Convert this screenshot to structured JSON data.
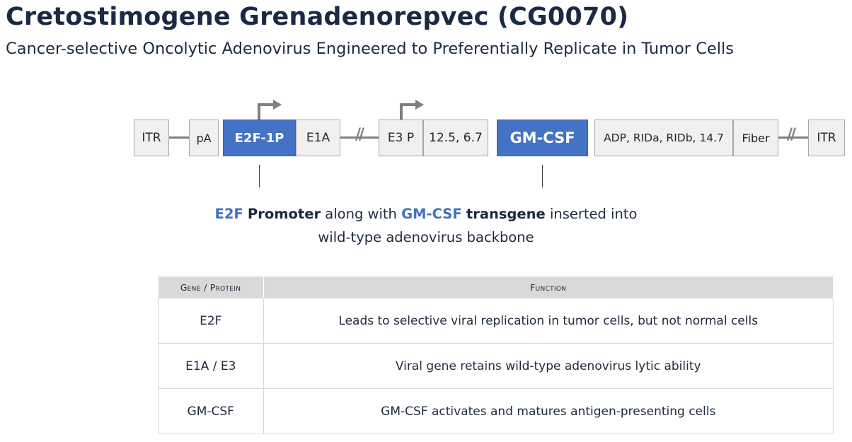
{
  "header": {
    "title": "Cretostimogene Grenadenorepvec (CG0070)",
    "subtitle": "Cancer-selective Oncolytic Adenovirus Engineered to Preferentially Replicate in Tumor Cells"
  },
  "gene_map": {
    "elements": {
      "itr_left": "ITR",
      "pa": "pA",
      "e2f_1p": "E2F-1P",
      "e1a": "E1A",
      "e3p": "E3 P",
      "e3_genes": "12.5, 6.7",
      "gm_csf": "GM-CSF",
      "adp": "ADP, RIDa, RIDb, 14.7",
      "fiber": "Fiber",
      "itr_right": "ITR"
    },
    "break_symbol": "//"
  },
  "caption": {
    "e2f": "E2F",
    "promoter": "Promoter",
    "along_with": " along with ",
    "gm_csf": "GM-CSF",
    "transgene": "transgene",
    "inserted": " inserted into",
    "line2": "wild-type adenovirus backbone"
  },
  "table": {
    "headers": [
      "Gene / Protein",
      "Function"
    ],
    "rows": [
      [
        "E2F",
        "Leads to selective viral replication in tumor cells, but not normal cells"
      ],
      [
        "E1A / E3",
        "Viral gene retains wild-type adenovirus lytic ability"
      ],
      [
        "GM-CSF",
        "GM-CSF activates and matures antigen-presenting cells"
      ]
    ]
  },
  "colors": {
    "accent_blue": "#4472c4",
    "title_navy": "#1b2a44",
    "box_gray": "#f0f0f0",
    "header_gray": "#d9d9d9",
    "connector_gray": "#808080"
  },
  "icons": [
    "promoter-arrow-icon",
    "promoter-arrow-icon"
  ]
}
